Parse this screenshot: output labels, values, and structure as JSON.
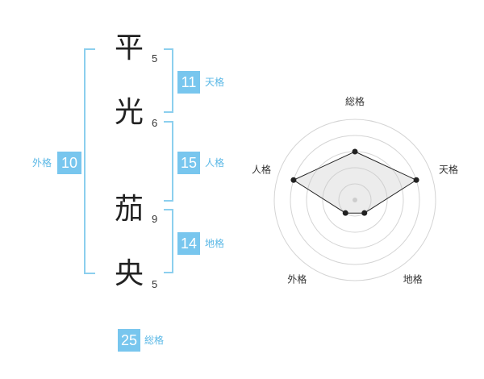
{
  "name": {
    "chars": [
      {
        "kanji": "平",
        "strokes": "5"
      },
      {
        "kanji": "光",
        "strokes": "6"
      },
      {
        "kanji": "茄",
        "strokes": "9"
      },
      {
        "kanji": "央",
        "strokes": "5"
      }
    ]
  },
  "fortune": {
    "tenkaku": {
      "label": "天格",
      "value": "11"
    },
    "jinkaku": {
      "label": "人格",
      "value": "15"
    },
    "chikaku": {
      "label": "地格",
      "value": "14"
    },
    "gaikaku": {
      "label": "外格",
      "value": "10"
    },
    "soukaku": {
      "label": "総格",
      "value": "25"
    }
  },
  "chart_data": {
    "type": "radar",
    "axes": [
      "総格",
      "天格",
      "地格",
      "外格",
      "人格"
    ],
    "values": [
      3,
      4,
      1,
      1,
      4
    ],
    "max": 5,
    "grid": true
  }
}
